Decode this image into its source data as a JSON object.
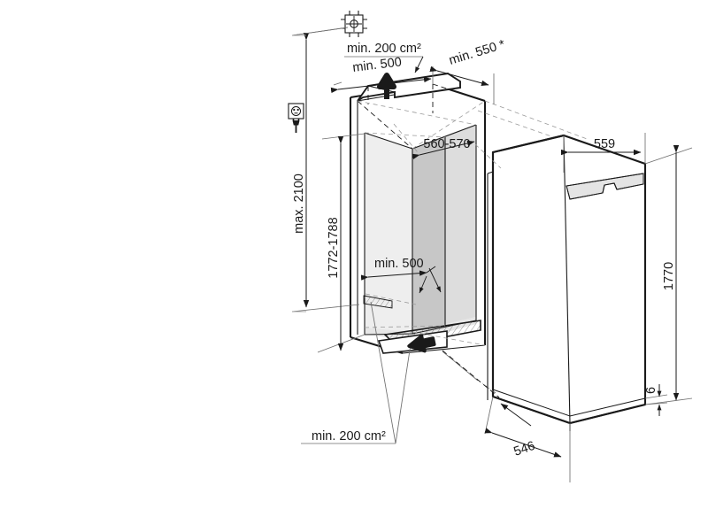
{
  "drawing": {
    "title": "Built-in refrigerator niche installation dimension drawing",
    "units": "mm",
    "line_color": "#1a1a1a",
    "dim_color": "#808080",
    "shade_light": "#e2e2e2",
    "shade_mid": "#c9c9c9",
    "shade_dark": "#a8a8a8"
  },
  "symbols": {
    "socket_crosshair": "socket-position-crosshair",
    "power_plug": "power-socket-plug"
  },
  "dimensions": {
    "max_height": "max. 2100",
    "niche_height": "1772-1788",
    "niche_width": "560-570",
    "air_outlet_area": "min. 200 cm²",
    "air_inlet_area": "min. 200 cm²",
    "clearance_top_depth": "min. 500",
    "clearance_bottom_depth": "min. 500",
    "niche_depth": "min. 550 *",
    "appliance_width": "559",
    "appliance_height": "1770",
    "appliance_depth": "546",
    "plinth_gap": "6"
  },
  "labels": [
    {
      "id": "max-2100",
      "text": "max. 2100",
      "rotated": true
    },
    {
      "id": "niche-height",
      "text": "1772-1788",
      "rotated": true
    },
    {
      "id": "niche-width",
      "text": "560-570",
      "rotated": false
    },
    {
      "id": "vent-top",
      "text": "min. 200 cm²",
      "rotated": false
    },
    {
      "id": "vent-bottom",
      "text": "min. 200 cm²",
      "rotated": false
    },
    {
      "id": "depth-top",
      "text": "min. 500",
      "rotated": false
    },
    {
      "id": "depth-bottom",
      "text": "min. 500",
      "rotated": false
    },
    {
      "id": "niche-depth",
      "text": "min. 550 *",
      "rotated": false
    },
    {
      "id": "app-width",
      "text": "559",
      "rotated": false
    },
    {
      "id": "app-height",
      "text": "1770",
      "rotated": true
    },
    {
      "id": "app-depth",
      "text": "546",
      "rotated": false
    },
    {
      "id": "plinth-gap",
      "text": "6",
      "rotated": true
    }
  ]
}
